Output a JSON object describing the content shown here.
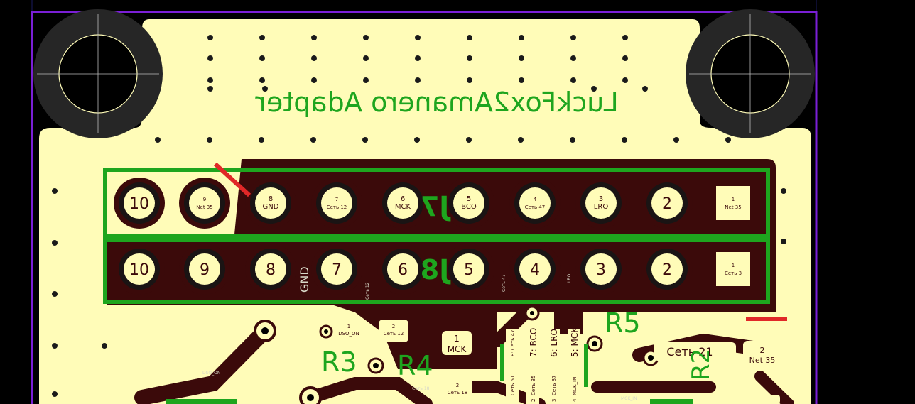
{
  "board": {
    "colors": {
      "background": "#000000",
      "outline": "#7a1fd6",
      "copper": "#fffcb8",
      "trace": "#3b0a0a",
      "silk": "#1ea51e",
      "mark": "#e02828",
      "hole": "#000000"
    },
    "title": "LuckFox2Amanero Adapter",
    "gnd_label": "GND",
    "connectors": {
      "j7": {
        "ref": "J7",
        "pins": [
          {
            "num": "10",
            "net": ""
          },
          {
            "num": "9",
            "net": "Net 35"
          },
          {
            "num": "8",
            "net": "GND"
          },
          {
            "num": "7",
            "net": "Сеть 12"
          },
          {
            "num": "6",
            "net": "MCK"
          },
          {
            "num": "5",
            "net": "BCO"
          },
          {
            "num": "4",
            "net": "Сеть 47"
          },
          {
            "num": "3",
            "net": "LRO"
          },
          {
            "num": "2",
            "net": ""
          },
          {
            "num": "1",
            "net": "Net 35"
          }
        ]
      },
      "j8": {
        "ref": "J8",
        "pins": [
          {
            "num": "10",
            "net": ""
          },
          {
            "num": "9",
            "net": ""
          },
          {
            "num": "8",
            "net": ""
          },
          {
            "num": "7",
            "net": ""
          },
          {
            "num": "6",
            "net": ""
          },
          {
            "num": "5",
            "net": ""
          },
          {
            "num": "4",
            "net": ""
          },
          {
            "num": "3",
            "net": ""
          },
          {
            "num": "2",
            "net": ""
          },
          {
            "num": "1",
            "net": "Сеть 3"
          }
        ]
      }
    },
    "resistors": {
      "r3": "R3",
      "r4": "R4",
      "r5": "R5",
      "r2": "R2"
    },
    "pads": {
      "dso_on": {
        "num": "1",
        "net": "DSO_ON"
      },
      "r3_pad2": {
        "num": "2",
        "net": "Сеть 12"
      },
      "r4_pad1": {
        "num": "1",
        "net": "MCK"
      },
      "r4_pad2": {
        "num": "2",
        "net": "Сеть 18"
      },
      "r2_pad2": {
        "num": "2",
        "net": "Net 35"
      },
      "r2_pad_net": "Сеть 21"
    },
    "vertical_nets": {
      "bco": "7: BCO",
      "lro": "6: LRO",
      "mck": "5: MCK",
      "set47": "8: Сеть 47",
      "set51": "1: Сеть 51",
      "set35": "2: Сеть 35",
      "set37": "3: Сеть 37",
      "mck_in": "4: MCK_IN",
      "trace_set47": "Сеть 47",
      "trace_lro": "LRO",
      "trace_set12": "Сеть 12"
    },
    "trace_labels": {
      "dso_on": "DSO_ON",
      "set18": "Сеть 18",
      "mck_in": "MCK_IN"
    }
  }
}
